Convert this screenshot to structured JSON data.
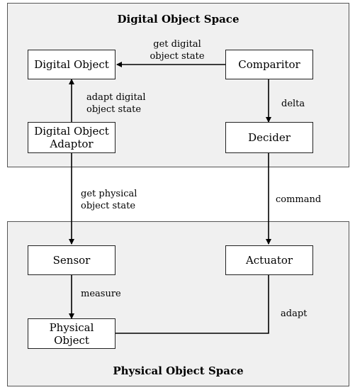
{
  "regions": {
    "digital": {
      "title": "Digital Object Space"
    },
    "physical": {
      "title": "Physical Object Space"
    }
  },
  "nodes": {
    "digital_object": "Digital Object",
    "comparitor": "Comparitor",
    "digital_object_adaptor": "Digital Object\nAdaptor",
    "decider": "Decider",
    "sensor": "Sensor",
    "actuator": "Actuator",
    "physical_object": "Physical\nObject"
  },
  "edge_labels": {
    "get_digital_object_state": "get digital\nobject state",
    "adapt_digital_object_state": "adapt digital\nobject state",
    "delta": "delta",
    "get_physical_object_state": "get physical\nobject state",
    "command": "command",
    "measure": "measure",
    "adapt": "adapt"
  }
}
